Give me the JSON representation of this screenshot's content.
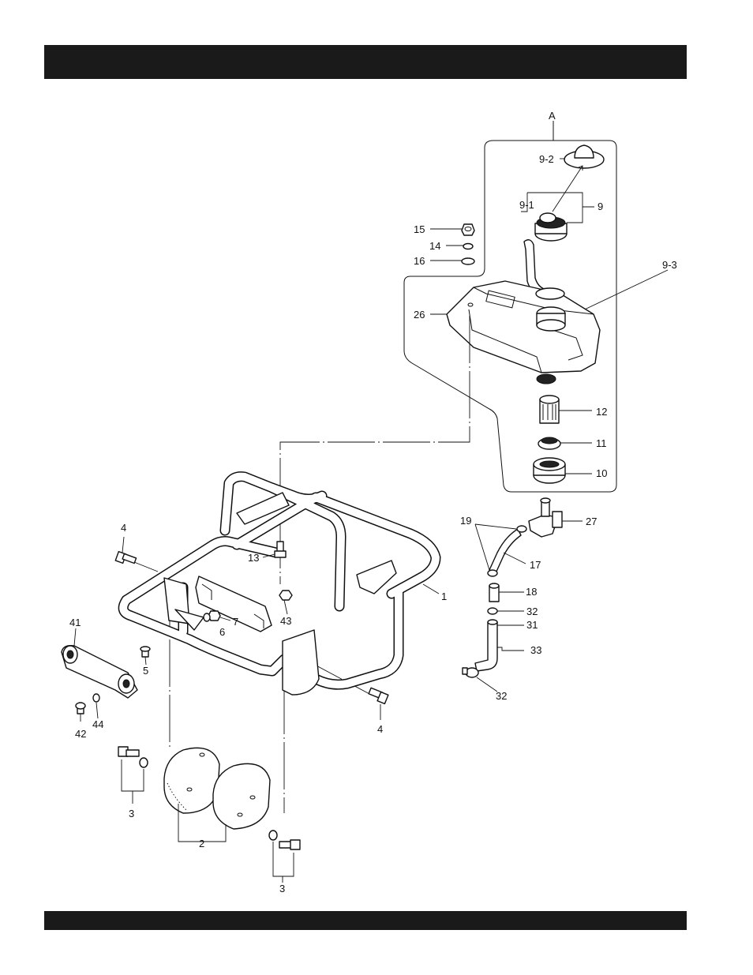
{
  "header": {
    "title": ""
  },
  "footer": {
    "text": ""
  },
  "diagram": {
    "callouts": [
      {
        "id": "A",
        "label": "A"
      },
      {
        "id": "9-2",
        "label": "9-2"
      },
      {
        "id": "9-1",
        "label": "9-1"
      },
      {
        "id": "9",
        "label": "9"
      },
      {
        "id": "9-3",
        "label": "9-3"
      },
      {
        "id": "15",
        "label": "15"
      },
      {
        "id": "14",
        "label": "14"
      },
      {
        "id": "16",
        "label": "16"
      },
      {
        "id": "26",
        "label": "26"
      },
      {
        "id": "12",
        "label": "12"
      },
      {
        "id": "11",
        "label": "11"
      },
      {
        "id": "10",
        "label": "10"
      },
      {
        "id": "19",
        "label": "19"
      },
      {
        "id": "27",
        "label": "27"
      },
      {
        "id": "17",
        "label": "17"
      },
      {
        "id": "18",
        "label": "18"
      },
      {
        "id": "32a",
        "label": "32"
      },
      {
        "id": "31",
        "label": "31"
      },
      {
        "id": "33",
        "label": "33"
      },
      {
        "id": "32b",
        "label": "32"
      },
      {
        "id": "4a",
        "label": "4"
      },
      {
        "id": "13",
        "label": "13"
      },
      {
        "id": "1",
        "label": "1"
      },
      {
        "id": "43",
        "label": "43"
      },
      {
        "id": "7",
        "label": "7"
      },
      {
        "id": "6",
        "label": "6"
      },
      {
        "id": "41",
        "label": "41"
      },
      {
        "id": "5",
        "label": "5"
      },
      {
        "id": "42",
        "label": "42"
      },
      {
        "id": "44",
        "label": "44"
      },
      {
        "id": "4b",
        "label": "4"
      },
      {
        "id": "3a",
        "label": "3"
      },
      {
        "id": "2",
        "label": "2"
      },
      {
        "id": "3b",
        "label": "3"
      }
    ]
  }
}
